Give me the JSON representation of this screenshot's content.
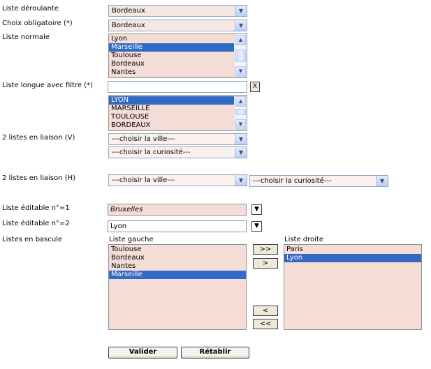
{
  "form": {
    "liste_deroulante": {
      "label": "Liste déroulante",
      "value": "Bordeaux"
    },
    "choix_obligatoire": {
      "label": "Choix obligatoire (*)",
      "value": "Bordeaux"
    },
    "liste_normale": {
      "label": "Liste normale",
      "items": [
        "Lyon",
        "Marseille",
        "Toulouse",
        "Bordeaux",
        "Nantes"
      ],
      "selected": "Marseille"
    },
    "liste_longue": {
      "label": "Liste longue avec filtre (*)",
      "filter_value": "",
      "clear_label": "X",
      "items": [
        "LYON",
        "MARSEILLE",
        "TOULOUSE",
        "BORDEAUX"
      ],
      "selected": "LYON"
    },
    "listes_liaison_v": {
      "label": "2 listes en liaison (V)",
      "ville": "---choisir la ville---",
      "curiosite": "---choisir la curiosité---"
    },
    "listes_liaison_h": {
      "label": "2 listes en liaison (H)",
      "ville": "---choisir la ville---",
      "curiosite": "---choisir la curiosité---"
    },
    "editable1": {
      "label": "Liste éditable n°=1",
      "value": "Bruxelles"
    },
    "editable2": {
      "label": "Liste éditable n°=2",
      "value": "Lyon"
    },
    "bascule": {
      "label": "Listes en bascule",
      "gauche_label": "Liste gauche",
      "droite_label": "Liste droite",
      "gauche_items": [
        "Toulouse",
        "Bordeaux",
        "Nantes",
        "Marseille"
      ],
      "gauche_selected": "Marseille",
      "droite_items": [
        "Paris",
        "Lyon"
      ],
      "droite_selected": "Lyon",
      "btn_all_right": ">>",
      "btn_right": ">",
      "btn_left": "<",
      "btn_all_left": "<<"
    }
  },
  "actions": {
    "valider": "Valider",
    "retablir": "Rétablir"
  },
  "icons": {
    "select_arrow": "chevron-down-icon",
    "scroll_up": "scroll-up-icon",
    "scroll_down": "scroll-down-icon",
    "dropdown": "triangle-down-icon"
  }
}
